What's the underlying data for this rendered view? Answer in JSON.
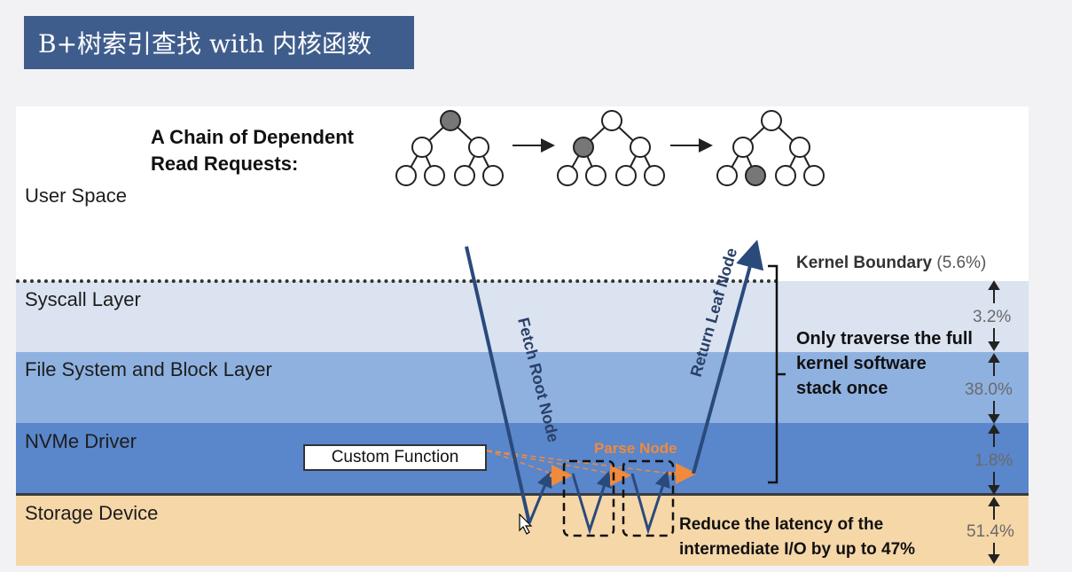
{
  "title": "B+树索引查找 with 内核函数",
  "diagram": {
    "chain_text": "A Chain of Dependent\nRead Requests:",
    "layers": {
      "user_space": "User Space",
      "syscall": "Syscall Layer",
      "file_system": "File System and Block Layer",
      "nvme": "NVMe Driver",
      "storage": "Storage Device"
    },
    "kernel_boundary": {
      "label": "Kernel Boundary",
      "pct": "(5.6%)"
    },
    "percentages": {
      "syscall": "3.2%",
      "fs": "38.0%",
      "nvme": "1.8%",
      "storage": "51.4%"
    },
    "traverse_text": "Only traverse the full kernel software stack once",
    "fetch_root": "Fetch Root Node",
    "return_leaf": "Return Leaf Node",
    "custom_function": "Custom Function",
    "parse_node": "Parse Node",
    "reduce_text": "Reduce the latency of the\nintermediate I/O by up to 47%",
    "colors": {
      "title_bg": "#3f5d8c",
      "syscall": "#dbe3f1",
      "fs": "#8fb1e0",
      "nvme": "#5a86cb",
      "storage": "#f6d7a8",
      "arrow": "#2a4a7c",
      "parse": "#f08a3c"
    }
  }
}
